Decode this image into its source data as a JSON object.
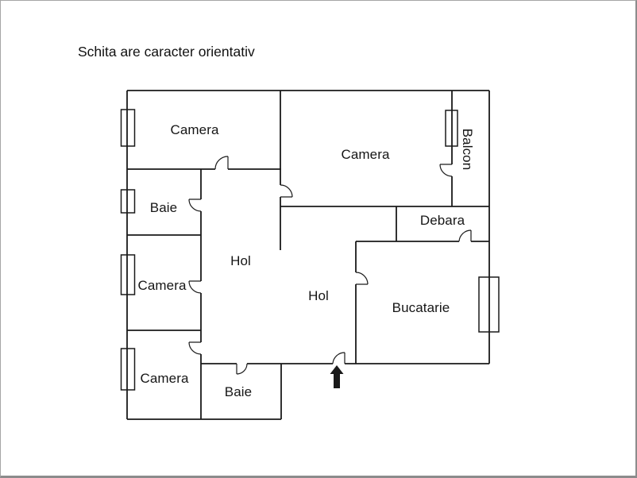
{
  "title": "Schita are caracter orientativ",
  "rooms": {
    "camera_top_left": "Camera",
    "camera_top_right": "Camera",
    "balcon": "Balcon",
    "baie_left": "Baie",
    "hol_upper": "Hol",
    "camera_mid_left": "Camera",
    "hol_lower": "Hol",
    "debara": "Debara",
    "bucatarie": "Bucatarie",
    "camera_bottom_left": "Camera",
    "baie_bottom": "Baie"
  },
  "icons": {
    "entrance": "entrance-arrow-icon"
  },
  "colors": {
    "line": "#1a1a1a",
    "border": "#8c8c8c",
    "background": "#ffffff"
  }
}
